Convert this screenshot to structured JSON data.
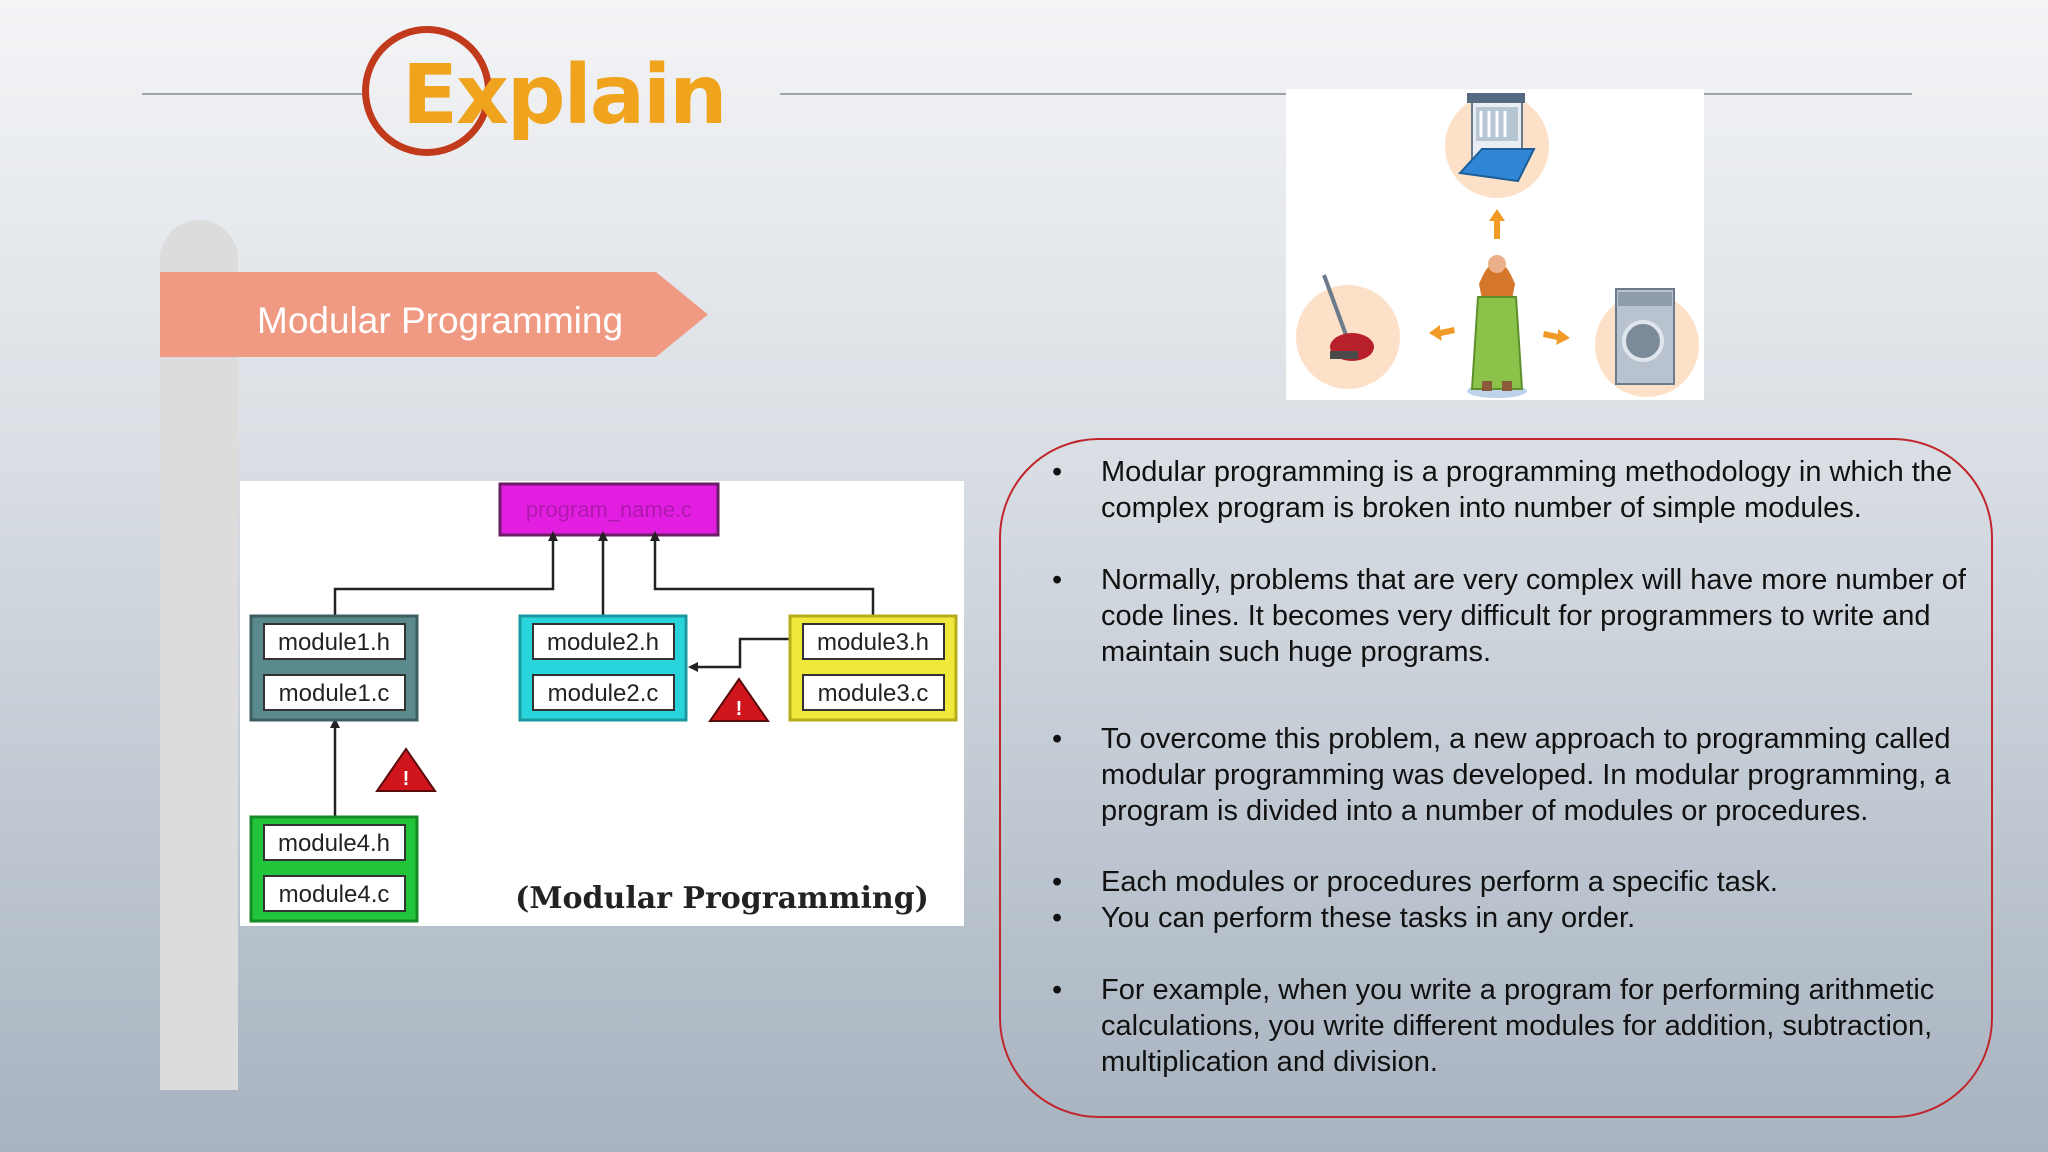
{
  "header": {
    "title": "Explain"
  },
  "banner": {
    "label": "Modular Programming"
  },
  "diagram": {
    "top_box": "program_name.c",
    "modules": [
      {
        "header": "module1.h",
        "source": "module1.c",
        "color": "#5b8a8c"
      },
      {
        "header": "module2.h",
        "source": "module2.c",
        "color": "#29d5dc"
      },
      {
        "header": "module3.h",
        "source": "module3.c",
        "color": "#f0e83a"
      },
      {
        "header": "module4.h",
        "source": "module4.c",
        "color": "#22c53a"
      }
    ],
    "caption": "(Modular Programming)",
    "warning_icon": "warning-triangle-icon"
  },
  "illustration": {
    "icons": [
      "dishwasher-icon",
      "vacuum-cleaner-icon",
      "washing-machine-icon",
      "woman-figure-icon"
    ]
  },
  "bullets": [
    {
      "text": "Modular programming is a programming methodology in which the complex program is broken into number of simple modules."
    },
    {
      "text": "Normally, problems that are very complex will have more number of code lines.  It becomes very difficult for programmers to write and maintain such huge programs."
    },
    {
      "text": "To overcome this problem, a new approach to programming called modular programming was developed. In modular programming, a program is divided into a number of modules or procedures."
    },
    {
      "text": "Each modules or procedures perform a specific task."
    },
    {
      "text": "You can perform these tasks in any order."
    },
    {
      "text": "For example, when you write a program for performing arithmetic calculations, you write different modules for addition, subtraction, multiplication and division."
    }
  ],
  "colors": {
    "accent_orange": "#f0a41e",
    "circle_red": "#c23a1c",
    "banner_salmon": "#f19a83",
    "box_border_red": "#c0262c",
    "top_box_magenta": "#e21ee0"
  }
}
